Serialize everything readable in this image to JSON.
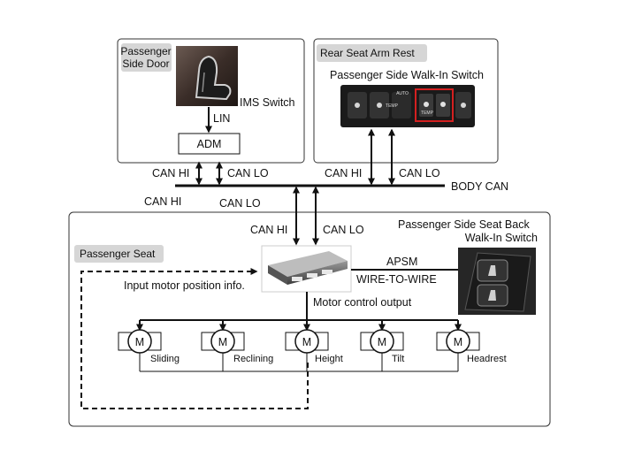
{
  "boxes": {
    "door_label_line1": "Passenger",
    "door_label_line2": "Side Door",
    "armrest_label": "Rear Seat Arm Rest",
    "seat_label": "Passenger Seat"
  },
  "components": {
    "ims_switch": "IMS Switch",
    "adm": "ADM",
    "walkin_switch": "Passenger Side Walk-In Switch",
    "seatback_switch_line1": "Passenger Side Seat Back",
    "seatback_switch_line2": "Walk-In Switch",
    "armrest_panel_labels": [
      "AUTO",
      "TEMP",
      "TEMP"
    ]
  },
  "signals": {
    "lin": "LIN",
    "can_hi": "CAN HI",
    "can_lo": "CAN LO",
    "body_can": "BODY CAN",
    "apsm": "APSM",
    "wire_to_wire": "WIRE-TO-WIRE",
    "input_motor_position": "Input motor position info.",
    "motor_control_output": "Motor control output"
  },
  "motors": {
    "symbol": "M",
    "items": [
      "Sliding",
      "Reclining",
      "Height",
      "Tilt",
      "Headrest"
    ]
  }
}
